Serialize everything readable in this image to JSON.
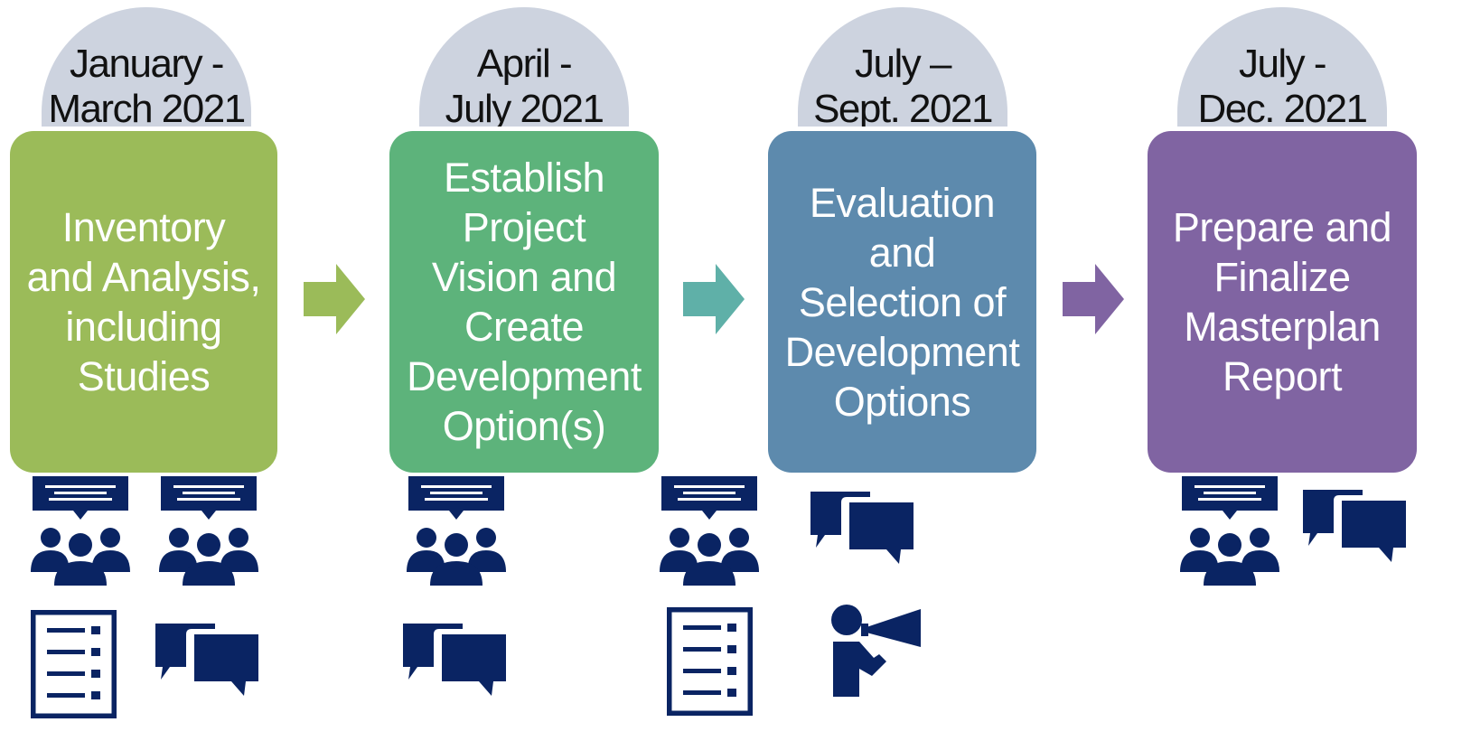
{
  "phases": [
    {
      "date_line1": "January -",
      "date_line2": "March 2021",
      "title": "Inventory\nand Analysis,\nincluding\nStudies",
      "color": "#9bbb59"
    },
    {
      "date_line1": "April -",
      "date_line2": "July 2021",
      "title": "Establish\nProject\nVision and\nCreate\nDevelopment\nOption(s)",
      "color": "#5db37b"
    },
    {
      "date_line1": "July –",
      "date_line2": "Sept. 2021",
      "title": "Evaluation\nand\nSelection of\nDevelopment\nOptions",
      "color": "#5d8aad"
    },
    {
      "date_line1": "July -",
      "date_line2": "Dec. 2021",
      "title": "Prepare and\nFinalize\nMasterplan\nReport",
      "color": "#8064a2"
    }
  ],
  "arrow_colors": [
    "#9bbb59",
    "#5fb0a8",
    "#8064a2"
  ],
  "icon_color": "#0a2463",
  "dome_color": "#cdd3df",
  "icons": {
    "phase_1": [
      "presentation-audience-icon",
      "presentation-audience-icon",
      "survey-checklist-icon",
      "chat-bubbles-icon"
    ],
    "phase_2": [
      "presentation-audience-icon",
      "chat-bubbles-icon"
    ],
    "phase_3": [
      "presentation-audience-icon",
      "chat-bubbles-icon",
      "survey-checklist-icon",
      "megaphone-speaker-icon"
    ],
    "phase_4": [
      "presentation-audience-icon",
      "chat-bubbles-icon"
    ]
  }
}
